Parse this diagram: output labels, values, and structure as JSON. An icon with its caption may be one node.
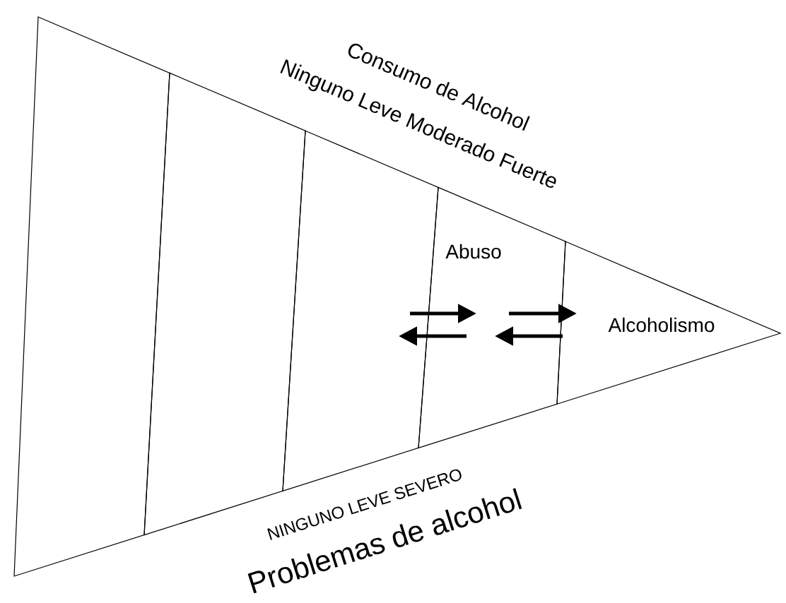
{
  "diagram": {
    "nodes": [
      {
        "text": [],
        "shape": "box"
      },
      {
        "text": [],
        "shape": "box"
      },
      {
        "text": [],
        "shape": "box"
      },
      {
        "text": [
          "Abuso"
        ]
      },
      {
        "text": [
          "Alcoholismo"
        ]
      }
    ],
    "edges": [
      {
        "from": 2,
        "to": 3,
        "arrow": "to"
      },
      {
        "from": 3,
        "to": 2,
        "arrow": "to"
      },
      {
        "from": 3,
        "to": 4,
        "arrow": "to"
      },
      {
        "from": 4,
        "to": 3,
        "arrow": "to"
      }
    ],
    "labels": [
      "Consumo de Alcohol",
      "Ninguno Leve Moderado Fuerte",
      "NINGUNO LEVE SEVERO",
      "Problemas de alcohol"
    ]
  }
}
